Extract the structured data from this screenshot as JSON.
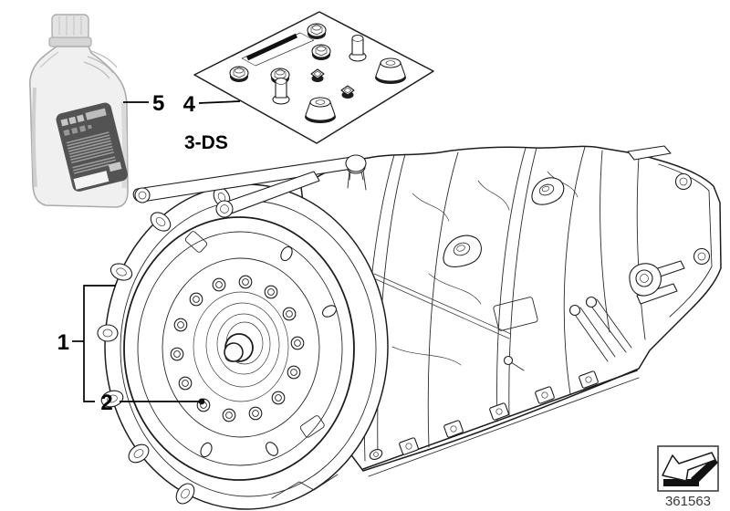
{
  "callouts": {
    "c1": "1",
    "c2": "2",
    "c4": "4",
    "c5": "5"
  },
  "kit_code": "3-DS",
  "part_number": "361563",
  "icons": {
    "direction_arrow": "3d-arrow-pointing-lower-left"
  },
  "colors": {
    "ink": "#1d1d1d",
    "bottle_label_bg": "#535353",
    "bottle_body": "#f0f0f0",
    "callout_text": "#000000"
  }
}
